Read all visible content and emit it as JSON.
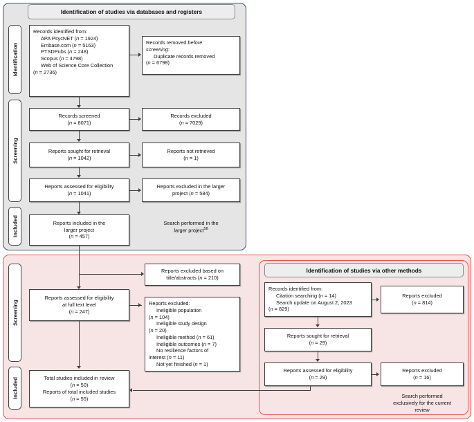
{
  "panels": {
    "databases": {
      "header": "Identification of studies via databases and registers",
      "stages": [
        "Identification",
        "Screening",
        "Included"
      ]
    },
    "other": {
      "header": "Identification of studies via other methods",
      "stages": [
        "Screening",
        "Included"
      ]
    }
  },
  "db": {
    "identified": {
      "title": "Records identified from:",
      "sources": [
        "APA PsycNET (n = 1924)",
        "Embase.com (n = 5163)",
        "PTSDPubs (n = 248)",
        "Scopus (n = 4798)",
        "Web of Science Core Collection"
      ],
      "total": "(n = 2736)"
    },
    "removed": {
      "line1": "Records removed before",
      "line2": "screening:",
      "line3": "Duplicate records removed",
      "line4": "(n = 6798)"
    },
    "screened": {
      "label": "Records screened",
      "n": "(n = 8071)"
    },
    "excluded": {
      "label": "Records excluded",
      "n": "(n = 7029)"
    },
    "sought": {
      "label": "Reports sought for retrieval",
      "n": "(n = 1042)"
    },
    "not_retrieved": {
      "label": "Reports not retrieved",
      "n": "(n = 1)"
    },
    "assessed": {
      "label": "Reports assessed for eligibility",
      "n": "(n = 1041)"
    },
    "excluded_larger": {
      "line1": "Reports excluded in the larger",
      "line2": "project (n = 584)"
    },
    "included_larger": {
      "line1": "Reports included in the",
      "line2": "larger project",
      "n": "(n = 457)"
    },
    "note": {
      "line1": "Search performed in the",
      "line2": "larger project",
      "ref": "58"
    }
  },
  "review": {
    "excluded_title": {
      "line1": "Reports excluded based on",
      "line2": "title/abstracts (n = 210)"
    },
    "assessed": {
      "line1": "Reports assessed for eligibility",
      "line2": "at full text level",
      "n": "(n = 247)"
    },
    "excluded_list": {
      "title": "Reports excluded:",
      "items": [
        "Ineligible population",
        "(n = 104)",
        "Ineligible study design",
        "(n = 20)",
        "Ineligible method (n = 61)",
        "Ineligible outcomes (n = 7)",
        "No resilience factors of",
        "interest (n = 11)",
        "Not yet finished (n = 1)"
      ]
    },
    "total": {
      "line1": "Total studies included in review",
      "n1": "(n = 50)",
      "line2": "Reports of total included studies",
      "n2": "(n = 55)"
    }
  },
  "other": {
    "identified": {
      "title": "Records identified from:",
      "sources": [
        "Citation searching (n = 14)",
        "Search update on August 2, 2023"
      ],
      "total": "(n = 829)"
    },
    "excluded1": {
      "label": "Reports excluded",
      "n": "(n = 814)"
    },
    "sought": {
      "label": "Reports sought for retrieval",
      "n": "(n = 29)"
    },
    "assessed": {
      "label": "Reports assessed for eligibility",
      "n": "(n = 29)"
    },
    "excluded2": {
      "label": "Reports excluded",
      "n": "(n = 16)"
    },
    "note": {
      "line1": "Search performed",
      "line2": "exclusively for the current",
      "line3": "review"
    }
  }
}
